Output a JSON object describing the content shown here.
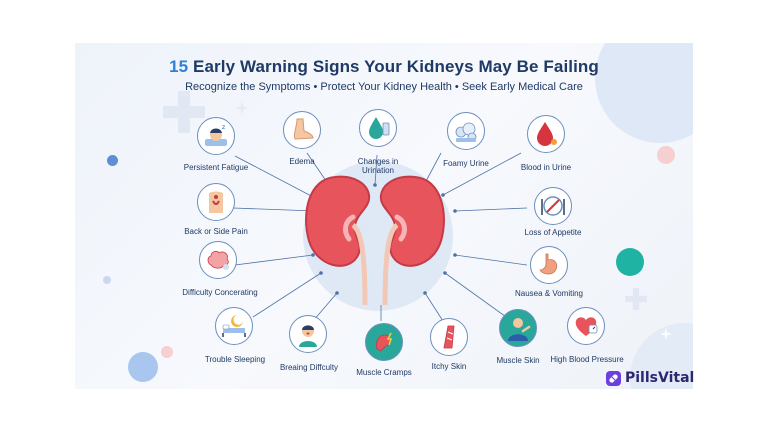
{
  "title": {
    "number": "15",
    "rest": "Early Warning Signs Your Kidneys May Be Failing"
  },
  "subtitle": "Recognize the Symptoms • Protect Your Kidney Health • Seek Early Medical Care",
  "symptoms": [
    {
      "label": "Persistent Fatigue",
      "icon": "sleeping-person-icon"
    },
    {
      "label": "Edema",
      "icon": "swollen-foot-icon"
    },
    {
      "label": "Changes in Urination",
      "icon": "urine-drop-icon"
    },
    {
      "label": "Foamy Urine",
      "icon": "foam-bubbles-icon"
    },
    {
      "label": "Blood in Urine",
      "icon": "blood-drop-icon"
    },
    {
      "label": "Back or Side Pain",
      "icon": "back-pain-icon"
    },
    {
      "label": "Loss of Appetite",
      "icon": "plate-icon"
    },
    {
      "label": "Difficulty Concerating",
      "icon": "brain-icon"
    },
    {
      "label": "Nausea & Vomiting",
      "icon": "stomach-icon"
    },
    {
      "label": "Trouble Sleeping",
      "icon": "bed-moon-icon"
    },
    {
      "label": "Breaing Diffculty",
      "icon": "breathing-person-icon"
    },
    {
      "label": "Muscle Cramps",
      "icon": "muscle-cramp-icon"
    },
    {
      "label": "Itchy Skin",
      "icon": "itchy-skin-icon"
    },
    {
      "label": "Muscle Skin",
      "icon": "person-skin-icon"
    },
    {
      "label": "High Blood Pressure",
      "icon": "blood-pressure-icon"
    }
  ],
  "brand": {
    "name": "PillsVital",
    "icon": "pill-logo-icon",
    "color": "#6b3fe0"
  },
  "colors": {
    "title": "#1f3a64",
    "accent": "#2f7fd8",
    "kidney": "#e8545c",
    "icon_border": "#6c8fbf"
  }
}
